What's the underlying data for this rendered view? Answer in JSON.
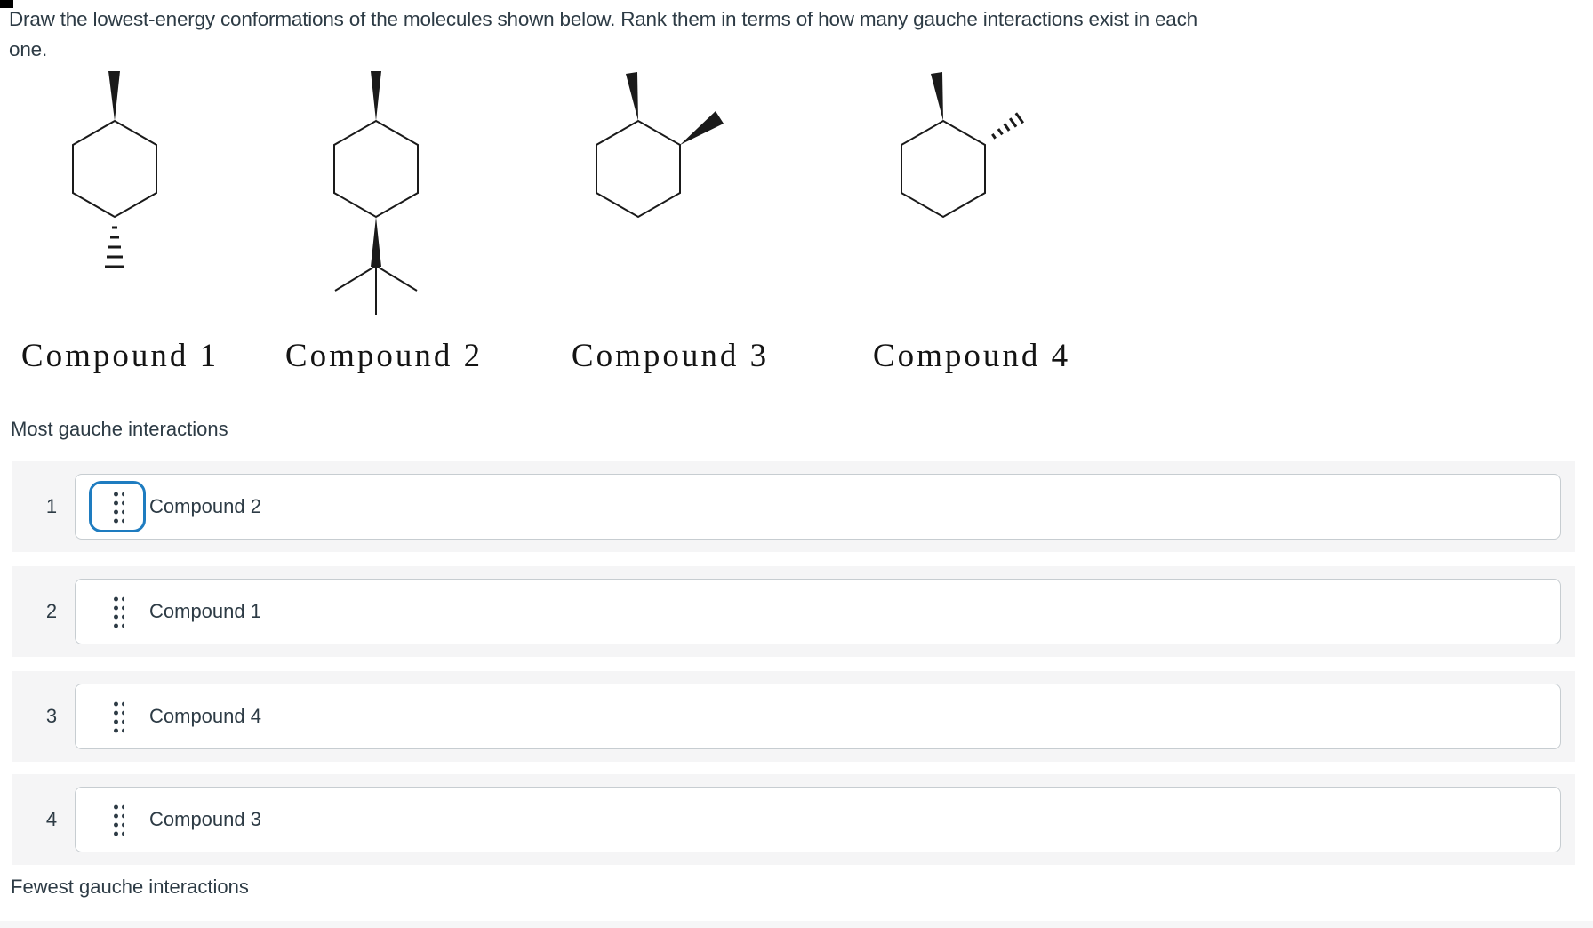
{
  "question": {
    "line1": "Draw the lowest-energy conformations of the molecules shown below. Rank them in terms of how many gauche interactions exist in each",
    "line2": "one."
  },
  "compounds": [
    {
      "label": "Compound 1",
      "structure": "trans-1,4-disubstituted cyclohexane (wedge up top, hashed down bottom)"
    },
    {
      "label": "Compound 2",
      "structure": "cis-1-methyl-4-tert-butylcyclohexane (wedge top, wedge tert-butyl bottom)"
    },
    {
      "label": "Compound 3",
      "structure": "cis-1,2-dimethylcyclohexane (two solid wedges)"
    },
    {
      "label": "Compound 4",
      "structure": "trans-1,2-dimethylcyclohexane (solid wedge + hashed wedge)"
    }
  ],
  "ranking": {
    "top_label": "Most gauche interactions",
    "bottom_label": "Fewest gauche interactions",
    "items": [
      {
        "rank": "1",
        "label": "Compound 2",
        "focused": true
      },
      {
        "rank": "2",
        "label": "Compound 1",
        "focused": false
      },
      {
        "rank": "3",
        "label": "Compound 4",
        "focused": false
      },
      {
        "rank": "4",
        "label": "Compound 3",
        "focused": false
      }
    ]
  },
  "icons": {
    "drag_handle": "2x4-dot-grid"
  },
  "colors": {
    "text_dark": "#2d3b45",
    "accent_blue": "#1e7cc0",
    "row_background": "#f5f5f6",
    "card_border": "#c7cdd1",
    "molecule_ink": "#1a1a1a"
  }
}
